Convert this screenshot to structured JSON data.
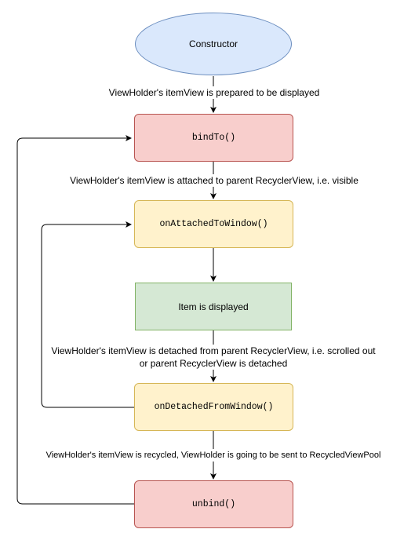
{
  "nodes": {
    "constructor": "Constructor",
    "bind_to": "bindTo()",
    "on_attached": "onAttachedToWindow()",
    "item_displayed": "Item is displayed",
    "on_detached": "onDetachedFromWindow()",
    "unbind": "unbind()"
  },
  "edges": {
    "prepared": "ViewHolder's itemView is prepared to be displayed",
    "attached": "ViewHolder's itemView is attached to parent RecyclerView, i.e. visible",
    "detached_line1": "ViewHolder's itemView is detached from parent RecyclerView, i.e. scrolled out",
    "detached_line2": "or parent RecyclerView is detached",
    "recycled": "ViewHolder's itemView is recycled, ViewHolder is going to be sent to RecycledViewPool"
  },
  "colors": {
    "constructor_fill": "#dae8fc",
    "pink_fill": "#f8cecc",
    "yellow_fill": "#fff2cc",
    "green_fill": "#d5e8d4"
  }
}
